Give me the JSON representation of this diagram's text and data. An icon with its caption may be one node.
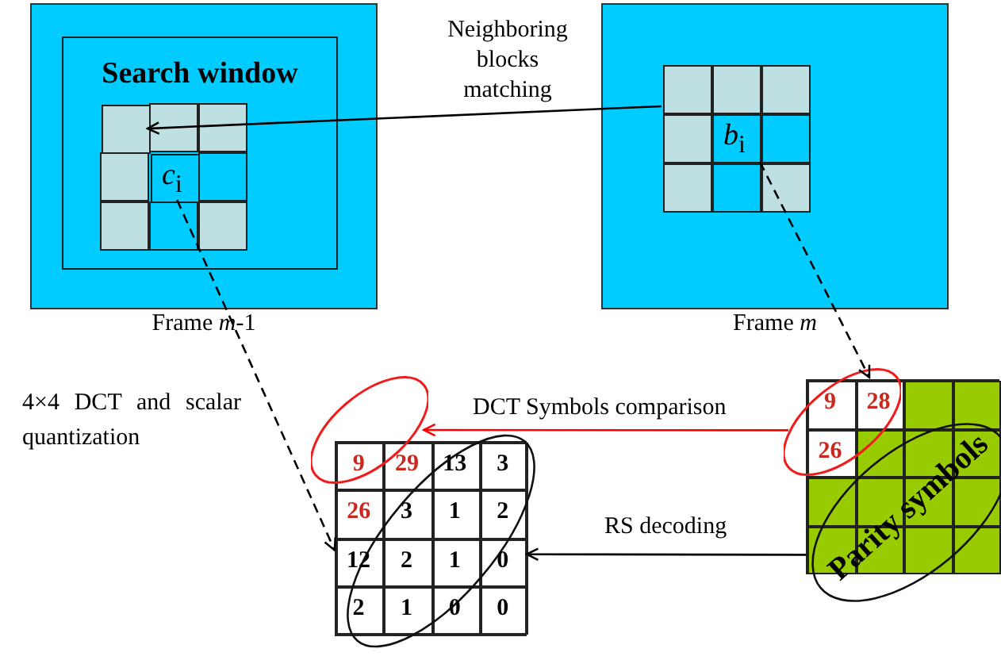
{
  "diagram": {
    "nodes": [
      {
        "text": [
          "Frame *m*-1"
        ]
      },
      {
        "text": [
          "Search window"
        ],
        "in": 0
      },
      {
        "text": [],
        "shape": "box",
        "in": 1
      },
      {
        "text": [
          "*c*$_{i}$"
        ],
        "in": 1
      },
      {
        "text": [
          "Frame *m*"
        ]
      },
      {
        "text": [],
        "shape": "box",
        "in": 4
      },
      {
        "text": [
          "*b*$_{i}$"
        ],
        "in": 4
      },
      {
        "text": [
          "Parity symbols"
        ]
      },
      {
        "text": [
          "9",
          "28",
          "26"
        ]
      },
      {
        "text": [],
        "shape": "box"
      },
      {
        "text": [
          "9",
          "29",
          "26"
        ]
      }
    ],
    "edges": [
      {
        "from": 5,
        "to": 2,
        "arrow": "to",
        "label": "Neighboring blocks matching"
      },
      {
        "from": 3,
        "to": 9,
        "arrow": "to",
        "style": "dashed",
        "label": "4×4 DCT and scalar quantization"
      },
      {
        "from": 6,
        "to": 8,
        "arrow": "to",
        "style": "dashed"
      },
      {
        "from": 8,
        "to": 10,
        "arrow": "to",
        "color": "#ff0000",
        "label": "DCT Symbols comparison"
      },
      {
        "from": 7,
        "to": 9,
        "arrow": "to",
        "label": "RS decoding"
      }
    ],
    "labels": [
      "13",
      "3",
      "3",
      "1",
      "2",
      "12",
      "2",
      "1",
      "0",
      "2",
      "1",
      "0",
      "0"
    ]
  }
}
